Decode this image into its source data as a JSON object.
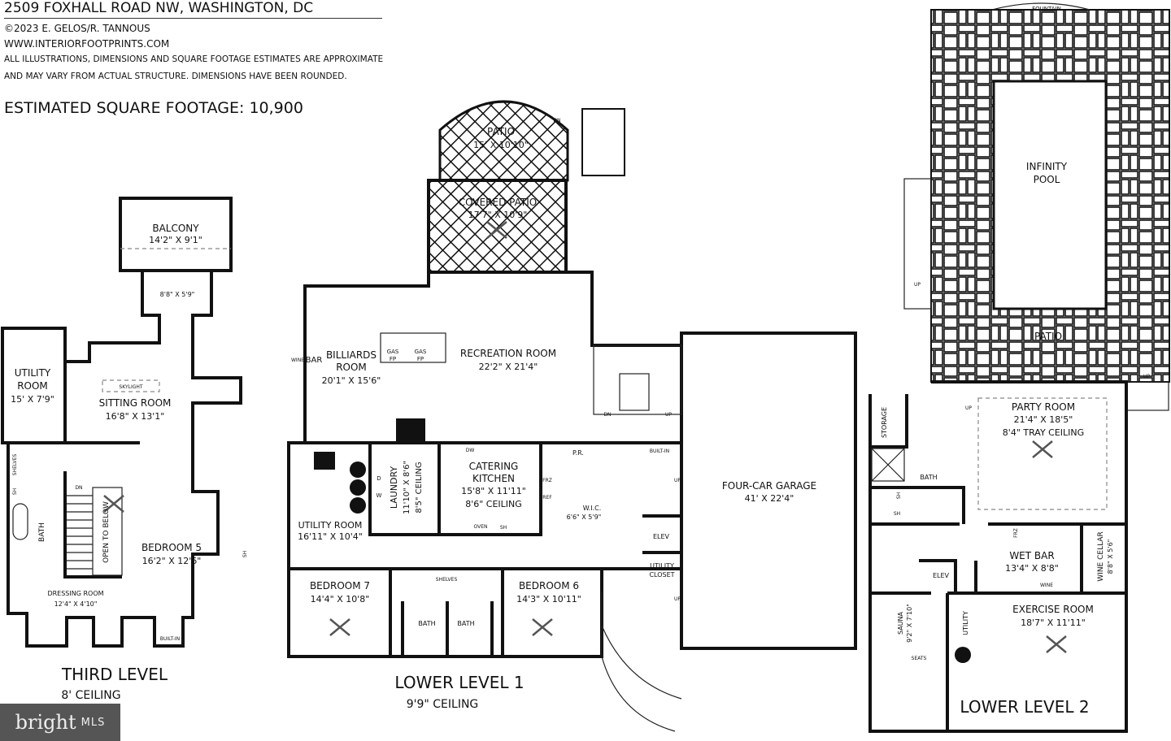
{
  "header": {
    "address": "2509 FOXHALL ROAD NW, WASHINGTON, DC",
    "copyright": "©2023 E. GELOS/R. TANNOUS",
    "website": "WWW.INTERIORFOOTPRINTS.COM",
    "disclaimer_1": "ALL ILLUSTRATIONS, DIMENSIONS AND SQUARE FOOTAGE ESTIMATES ARE APPROXIMATE",
    "disclaimer_2": "AND MAY VARY FROM ACTUAL STRUCTURE. DIMENSIONS HAVE BEEN ROUNDED.",
    "square_footage": "ESTIMATED SQUARE FOOTAGE: 10,900"
  },
  "third_level": {
    "title": "THIRD LEVEL",
    "ceiling": "8' CEILING",
    "balcony": {
      "name": "BALCONY",
      "dims": "14'2\" X 9'1\""
    },
    "landing": {
      "dims": "8'8\" X 5'9\""
    },
    "utility": {
      "name1": "UTILITY",
      "name2": "ROOM",
      "dims": "15' X 7'9\""
    },
    "skylight": "SKYLIGHT",
    "sitting": {
      "name": "SITTING ROOM",
      "dims": "16'8\" X 13'1\""
    },
    "shelves": "SHELVES",
    "sh1": "SH",
    "bath": "BATH",
    "dn": "DN",
    "open_below": "OPEN TO BELOW",
    "bedroom5": {
      "name": "BEDROOM 5",
      "dims": "16'2\" X 12'6\""
    },
    "sh2": "SH",
    "dressing": {
      "name": "DRESSING ROOM",
      "dims": "12'4\" X 4'10\""
    },
    "built_in": "BUILT-IN"
  },
  "lower_level_1": {
    "title": "LOWER LEVEL 1",
    "ceiling": "9'9\" CEILING",
    "patio": {
      "name": "PATIO",
      "dims": "15' X 10'10\""
    },
    "patio_dn": "DN",
    "covered_patio": {
      "name": "COVERED PATIO",
      "dims": "17'7\" X 10'9\""
    },
    "wine": "WINE",
    "bar": "BAR",
    "billiards": {
      "name1": "BILLIARDS",
      "name2": "ROOM",
      "dims": "20'1\" X 15'6\""
    },
    "gas_fp": "GAS",
    "fp": "FP",
    "recreation": {
      "name": "RECREATION ROOM",
      "dims": "22'2\" X 21'4\""
    },
    "stair_dn": "DN",
    "stair_up": "UP",
    "utility": {
      "name": "UTILITY ROOM",
      "dims": "16'11\" X 10'4\""
    },
    "dryer": "D",
    "washer": "W",
    "laundry": {
      "name": "LAUNDRY",
      "dims": "11'10\" X 8'6\"",
      "ceiling": "8'5\" CEILING"
    },
    "dw": "DW",
    "kitchen": {
      "name1": "CATERING",
      "name2": "KITCHEN",
      "dims": "15'8\" X 11'11\"",
      "ceiling": "8'6\" CEILING"
    },
    "oven": "OVEN",
    "sh": "SH",
    "frz": "FRZ",
    "ref": "REF",
    "powder": "P.R.",
    "wic": {
      "name": "W.I.C.",
      "dims": "6'6\" X 5'9\""
    },
    "built_in": "BUILT-IN",
    "elev": "ELEV",
    "utility_closet": {
      "name1": "UTILITY",
      "name2": "CLOSET"
    },
    "garage": {
      "name": "FOUR-CAR GARAGE",
      "dims": "41' X 22'4\""
    },
    "garage_up1": "UP",
    "garage_up2": "UP",
    "bedroom7": {
      "name": "BEDROOM 7",
      "dims": "14'4\" X 10'8\""
    },
    "shelves": "SHELVES",
    "bath_a": "BATH",
    "bath_b": "BATH",
    "bedroom6": {
      "name": "BEDROOM 6",
      "dims": "14'3\" X 10'11\""
    }
  },
  "lower_level_2": {
    "title": "LOWER LEVEL 2",
    "fountain": "FOUNTAIN",
    "pool": {
      "name1": "INFINITY",
      "name2": "POOL"
    },
    "patio": "PATIO",
    "up1": "UP",
    "up2": "UP",
    "up3": "UP",
    "storage": "STORAGE",
    "bath": "BATH",
    "sh1": "SH",
    "sh2": "SH",
    "party": {
      "name": "PARTY ROOM",
      "dims": "21'4\" X 18'5\"",
      "ceiling": "8'4\" TRAY CEILING"
    },
    "frz": "FRZ",
    "wet_bar": {
      "name": "WET BAR",
      "dims": "13'4\" X 8'8\""
    },
    "wine_cellar": {
      "name": "WINE CELLAR",
      "dims": "8'8\" X 5'6\""
    },
    "wine": "WINE",
    "elev": "ELEV",
    "sauna": {
      "name": "SAUNA",
      "dims": "9'2\" X 7'10\""
    },
    "utility": "UTILITY",
    "seats": "SEATS",
    "exercise": {
      "name": "EXERCISE ROOM",
      "dims": "18'7\" X 11'11\""
    }
  },
  "logo": {
    "brand": "bright",
    "suffix": "MLS"
  }
}
